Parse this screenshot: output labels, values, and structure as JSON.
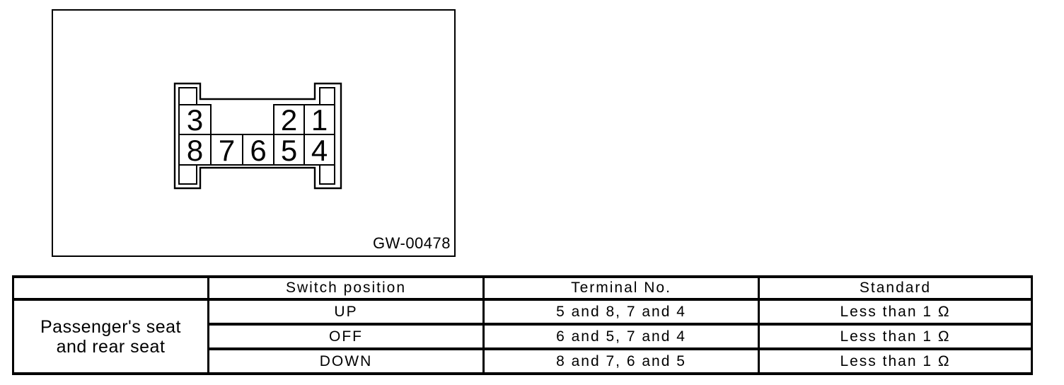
{
  "figure": {
    "caption": "GW-00478",
    "connector": {
      "top_pins": [
        "3",
        "2",
        "1"
      ],
      "bottom_pins": [
        "8",
        "7",
        "6",
        "5",
        "4"
      ]
    }
  },
  "table": {
    "headers": [
      "",
      "Switch position",
      "Terminal No.",
      "Standard"
    ],
    "row_group_label": "Passenger's seat and rear seat",
    "rows": [
      {
        "switch_position": "UP",
        "terminal_no": "5 and 8, 7 and 4",
        "standard": "Less than 1 Ω"
      },
      {
        "switch_position": "OFF",
        "terminal_no": "6 and 5, 7 and 4",
        "standard": "Less than 1 Ω"
      },
      {
        "switch_position": "DOWN",
        "terminal_no": "8 and 7, 6 and 5",
        "standard": "Less than 1 Ω"
      }
    ]
  },
  "colors": {
    "line": "#000000",
    "background": "#ffffff"
  }
}
